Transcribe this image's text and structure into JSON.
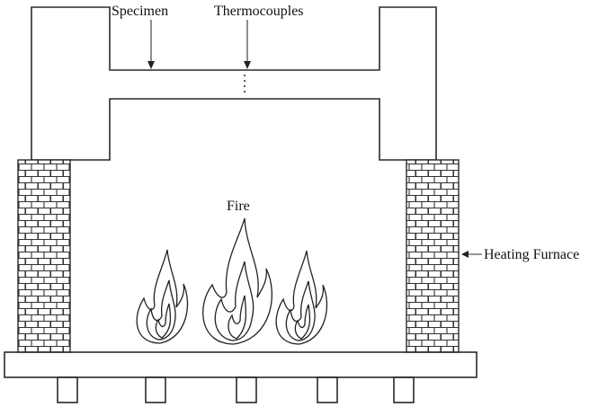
{
  "labels": {
    "specimen": "Specimen",
    "thermocouples": "Thermocouples",
    "fire": "Fire",
    "heating_furnace": "Heating Furnace"
  },
  "colors": {
    "line": "#2a2a2a",
    "background": "#ffffff"
  },
  "icons": {
    "fire": "flame-icon",
    "wall": "brick-pattern"
  }
}
